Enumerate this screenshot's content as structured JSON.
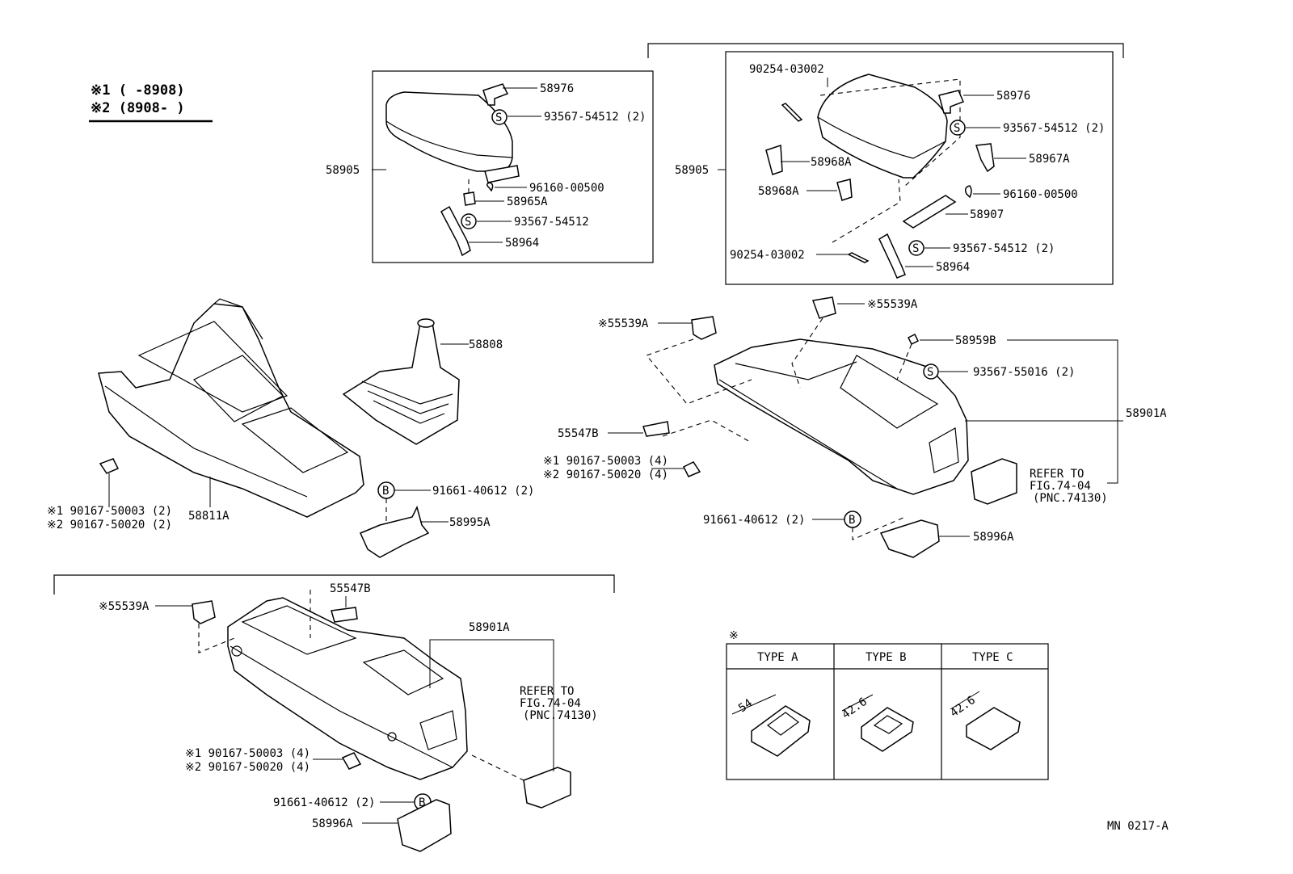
{
  "legend": {
    "line1": "※1 (      -8908)",
    "line2": "※2 (8908-      )"
  },
  "footer": {
    "code": "MN 0217-A"
  },
  "parts": {
    "armrest1": {
      "p58976": "58976",
      "p93567_54512_2": "93567-54512 (2)",
      "p58905": "58905",
      "p96160_00500": "96160-00500",
      "p58965a": "58965A",
      "p93567_54512": "93567-54512",
      "p58964": "58964"
    },
    "armrest2": {
      "p90254_top": "90254-03002",
      "p58976": "58976",
      "p93567_54512_2": "93567-54512 (2)",
      "p58905": "58905",
      "p58967a": "58967A",
      "p58968a_1": "58968A",
      "p58968a_2": "58968A",
      "p96160_00500": "96160-00500",
      "p58907": "58907",
      "p90254_bottom": "90254-03002",
      "p93567_54512_2b": "93567-54512 (2)",
      "p58964": "58964"
    },
    "console_left": {
      "p58808": "58808",
      "p58811a": "58811A",
      "p91661": "91661-40612 (2)",
      "p58995a": "58995A",
      "screw1": "※1 90167-50003 (2)",
      "screw2": "※2 90167-50020 (2)"
    },
    "console_right": {
      "p55539a_1": "※55539A",
      "p55539a_2": "※55539A",
      "p58959b": "58959B",
      "p93567_55016": "93567-55016 (2)",
      "p58901a": "58901A",
      "p55547b": "55547B",
      "screw1": "※1 90167-50003 (4)",
      "screw2": "※2 90167-50020 (4)",
      "refer1": "REFER TO",
      "refer2": "FIG.74-04",
      "refer3": "(PNC.74130)",
      "p91661": "91661-40612 (2)",
      "p58996a": "58996A"
    },
    "console_bottom": {
      "p55539a": "※55539A",
      "p55547b": "55547B",
      "p58901a": "58901A",
      "refer1": "REFER TO",
      "refer2": "FIG.74-04",
      "refer3": "(PNC.74130)",
      "screw1": "※1 90167-50003 (4)",
      "screw2": "※2 90167-50020 (4)",
      "p91661": "91661-40612 (2)",
      "p58996a": "58996A"
    }
  },
  "type_table": {
    "marker": "※",
    "headers": [
      "TYPE A",
      "TYPE B",
      "TYPE C"
    ],
    "dims": [
      "54",
      "42.6",
      "42.6"
    ]
  },
  "icons": {
    "s_symbol": "S",
    "b_symbol": "B"
  }
}
